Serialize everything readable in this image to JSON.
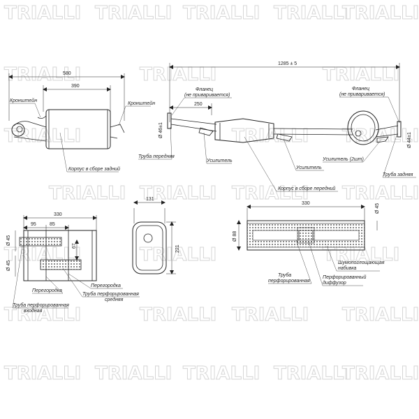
{
  "watermark": {
    "text": "TRIALLI"
  },
  "rear_muffler": {
    "dims": {
      "overall": "580",
      "body": "390"
    },
    "labels": {
      "bracket_left": "Кронштейн",
      "bracket_right": "Кронштейн",
      "body": "Корпус в сборе задний"
    }
  },
  "front_assembly": {
    "dims": {
      "overall": "1285 ± 5",
      "flange_offset": "250",
      "diam_front": "Ø 46±1",
      "diam_rear": "Ø 44±1"
    },
    "labels": {
      "flange_left_1": "Фланец",
      "flange_left_2": "(не приваривается)",
      "flange_right_1": "Фланец",
      "flange_right_2": "(не приваривается)",
      "pipe_front": "Труба передняя",
      "reinforcer_1": "Усилитель",
      "reinforcer_2": "Усилитель",
      "reinforcer_3": "Усилитель (2шт)",
      "pipe_rear": "Труба задняя",
      "body_front": "Корпус в сборе передний"
    }
  },
  "rear_section": {
    "dims": {
      "length": "330",
      "chamber1": "95",
      "chamber2": "85",
      "diam_top": "Ø 45",
      "diam_bottom": "Ø 45",
      "height": "67"
    },
    "labels": {
      "baffle_1": "Перегородка",
      "baffle_2": "Перегородка",
      "pipe_mid_1": "Труба перфорированная",
      "pipe_mid_2": "средняя",
      "pipe_in_1": "Труба перфорированная",
      "pipe_in_2": "входная"
    }
  },
  "cross_section": {
    "dims": {
      "width": "131",
      "height": "221"
    }
  },
  "front_section": {
    "dims": {
      "length": "330",
      "diam_body": "Ø 88",
      "diam_pipe": "Ø 45"
    },
    "labels": {
      "damping_1": "Шумопоглощающая",
      "damping_2": "набивка",
      "diffuser_1": "Перфорированный",
      "diffuser_2": "диффузор",
      "pipe_1": "Труба",
      "pipe_2": "перфорированная"
    }
  }
}
